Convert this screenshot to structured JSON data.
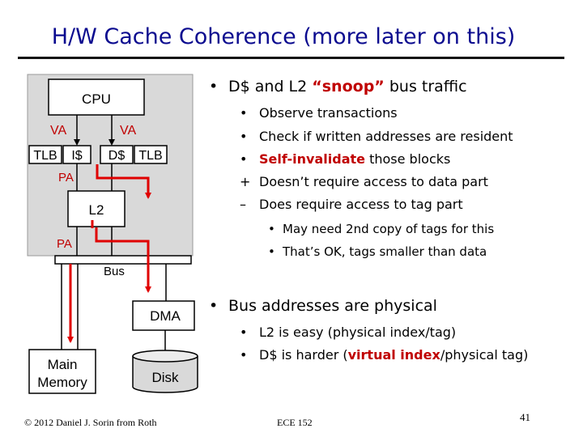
{
  "title": "H/W Cache Coherence (more later on this)",
  "diagram": {
    "cpu": "CPU",
    "va_left": "VA",
    "va_right": "VA",
    "tlb_left": "TLB",
    "icache": "I$",
    "dcache": "D$",
    "tlb_right": "TLB",
    "pa_top": "PA",
    "l2": "L2",
    "pa_bottom": "PA",
    "bus": "Bus",
    "dma": "DMA",
    "main_memory_line1": "Main",
    "main_memory_line2": "Memory",
    "disk": "Disk"
  },
  "bullets": {
    "b1_prefix": "D$ and L2 ",
    "b1_highlight": "“snoop”",
    "b1_suffix": " bus traffic",
    "sub1": "Observe transactions",
    "sub2": "Check if written addresses are resident",
    "sub3_highlight": "Self-invalidate",
    "sub3_suffix": " those blocks",
    "sub4": "Doesn’t require access to data part",
    "sub5": "Does require access to tag part",
    "subsub1": "May need 2nd copy of tags for this",
    "subsub2": "That’s OK, tags smaller than data",
    "b2": "Bus addresses are physical",
    "b2_sub1": "L2 is easy (physical index/tag)",
    "b2_sub2_prefix": "D$ is harder (",
    "b2_sub2_highlight": "virtual index",
    "b2_sub2_suffix": "/physical tag)"
  },
  "markers": {
    "bullet": "•",
    "plus": "+",
    "minus": "–"
  },
  "footer": {
    "copyright": "© 2012 Daniel J. Sorin from Roth",
    "course": "ECE 152",
    "page": "41"
  },
  "colors": {
    "title": "#0b0b8f",
    "highlight": "#c00000",
    "arrow": "#e00000",
    "panel": "#d9d9d9"
  }
}
